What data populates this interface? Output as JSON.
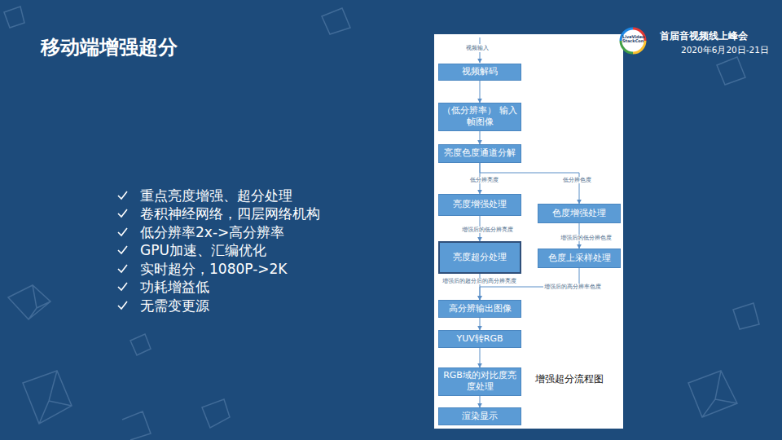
{
  "diagram": {
    "title": "移动端增强超分",
    "nodes": [
      {
        "text": [
          "视频解码"
        ]
      },
      {
        "text": [
          "（低分辨率） 输入帧图像"
        ]
      },
      {
        "text": [
          "亮度色度通道分解"
        ]
      },
      {
        "text": [
          "亮度增强处理"
        ]
      },
      {
        "text": [
          "色度增强处理"
        ]
      },
      {
        "text": [
          "亮度超分处理"
        ]
      },
      {
        "text": [
          "色度上采样处理"
        ]
      },
      {
        "text": [
          "高分辨输出图像"
        ]
      },
      {
        "text": [
          "YUV转RGB"
        ]
      },
      {
        "text": [
          "RGB域的对比度亮度处理"
        ]
      },
      {
        "text": [
          "渲染显示"
        ]
      }
    ],
    "edges": [
      {
        "from": 0,
        "to": 1,
        "arrow": "to"
      },
      {
        "from": 1,
        "to": 2,
        "arrow": "to"
      },
      {
        "from": 2,
        "to": 3,
        "label": "低分辨亮度",
        "arrow": "to"
      },
      {
        "from": 2,
        "to": 4,
        "label": "低分辨色度",
        "arrow": "to"
      },
      {
        "from": 3,
        "to": 5,
        "label": "增强后的低分辨亮度",
        "arrow": "to"
      },
      {
        "from": 4,
        "to": 6,
        "label": "增强后的低分辨色度",
        "arrow": "to"
      },
      {
        "from": 5,
        "to": 7,
        "label": "增强后的超分后的高分辨亮度",
        "arrow": "to"
      },
      {
        "from": 6,
        "to": 7,
        "label": "增强后的高分辨率色度",
        "arrow": "to"
      },
      {
        "from": 7,
        "to": 8,
        "arrow": "to"
      },
      {
        "from": 8,
        "to": 9,
        "arrow": "to"
      },
      {
        "from": 9,
        "to": 10,
        "arrow": "to"
      }
    ],
    "labels": [
      "视频输入",
      "增强超分流程图",
      "重点亮度增强、超分处理",
      "卷积神经网络，四层网络机构",
      "低分辨率2x->高分辨率",
      "GPU加速、汇编优化",
      "实时超分，1080P->2K",
      "功耗增益低",
      "无需变更源",
      "首届音视频线上峰会",
      "2020年6月20日-21日",
      "LiveVideo StackCon"
    ]
  }
}
